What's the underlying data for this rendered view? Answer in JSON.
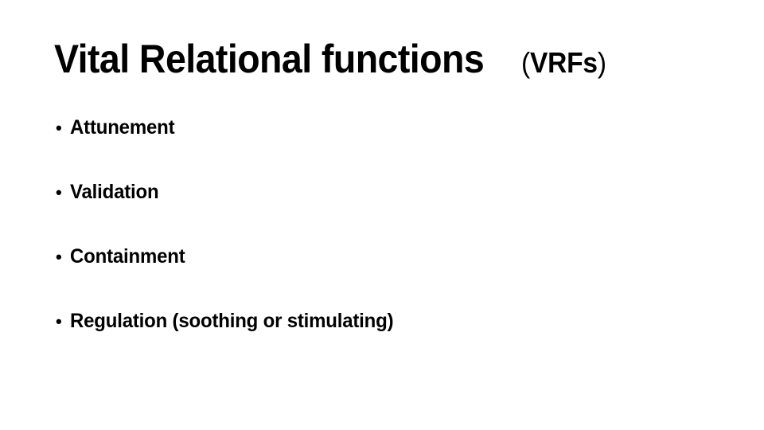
{
  "slide": {
    "background_color": "#ffffff",
    "text_color": "#000000",
    "title": {
      "main": "Vital Relational functions",
      "abbreviation_open": "(",
      "abbreviation": "VRFs",
      "abbreviation_close": ")",
      "full": "Vital Relational functions (VRFs)"
    },
    "bullet_marker": "•",
    "bullets": [
      {
        "label": "Attunement"
      },
      {
        "label": "Validation"
      },
      {
        "label": "Containment"
      },
      {
        "label": "Regulation (soothing or stimulating)"
      }
    ]
  }
}
